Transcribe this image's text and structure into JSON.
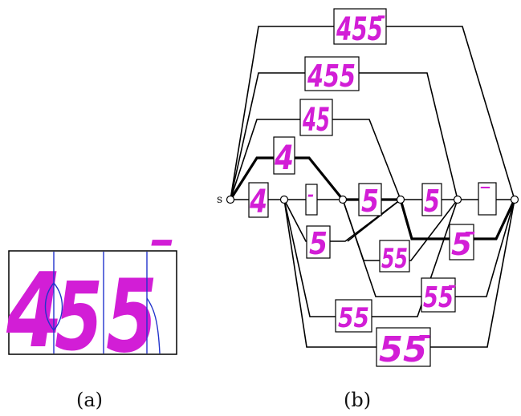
{
  "panel_a": {
    "caption": "(a)",
    "digits": [
      "4",
      "5",
      "5"
    ],
    "stroke": "¯"
  },
  "panel_b": {
    "caption": "(b)",
    "source_label": "s",
    "segment_labels": {
      "t455bar": "455̄",
      "t455": "455",
      "t45": "45",
      "t4top": "4",
      "b4": "4",
      "b1": "-",
      "b5a": "5",
      "b5b": "5",
      "bbar": "‾",
      "l5": "5",
      "l55a": "55",
      "l5bar": "5̄",
      "l55bar": "55̄",
      "l55b": "55",
      "l55barb": "55̄"
    }
  },
  "colors": {
    "ink": "#d21ed6",
    "line": "#000000",
    "separator": "#2233cc"
  }
}
